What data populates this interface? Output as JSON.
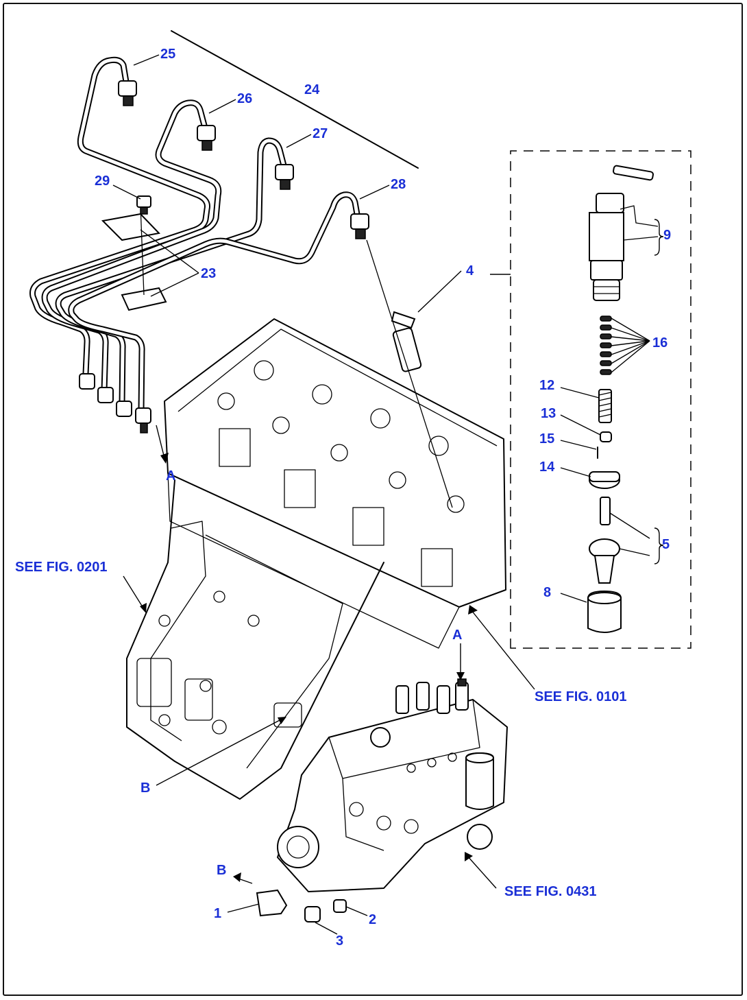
{
  "labels": {
    "p25": "25",
    "p26": "26",
    "p24": "24",
    "p27": "27",
    "p28": "28",
    "p29": "29",
    "p23": "23",
    "p4": "4",
    "p9": "9",
    "p16": "16",
    "p12": "12",
    "p13": "13",
    "p15": "15",
    "p14": "14",
    "p5": "5",
    "p8": "8",
    "p1": "1",
    "p2": "2",
    "p3": "3",
    "markA1": "A",
    "markA2": "A",
    "markB1": "B",
    "markB2": "B",
    "fig0201": "SEE FIG. 0201",
    "fig0101": "SEE FIG. 0101",
    "fig0431": "SEE FIG. 0431"
  },
  "colors": {
    "callout": "#1a2fd6",
    "line": "#000000"
  }
}
